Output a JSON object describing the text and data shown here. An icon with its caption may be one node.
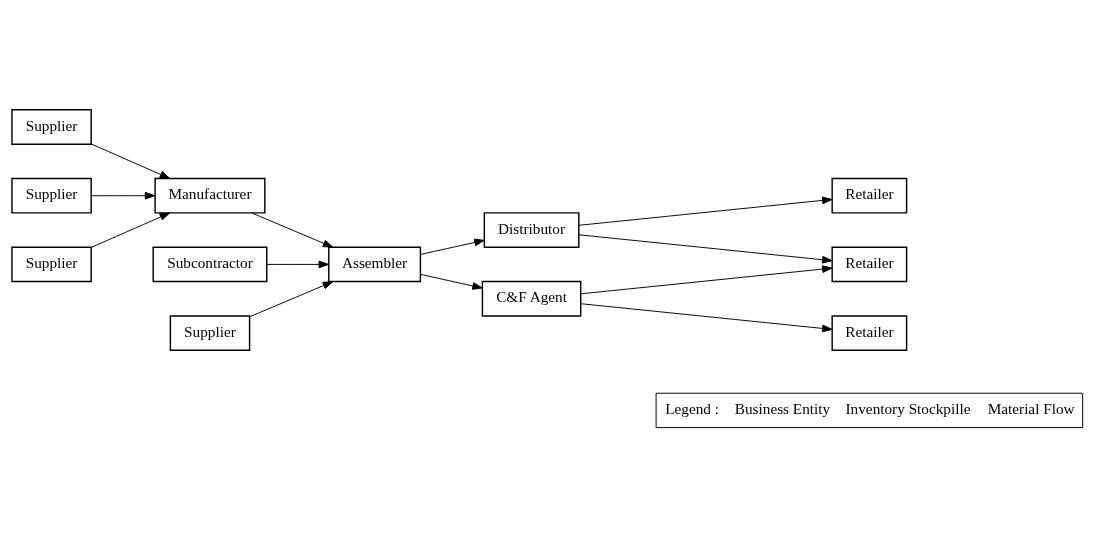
{
  "diagram": {
    "nodes": [
      {
        "text": [
          "Supplier"
        ]
      },
      {
        "text": [
          "Supplier"
        ]
      },
      {
        "text": [
          "Supplier"
        ]
      },
      {
        "text": [
          "Subcontractor"
        ]
      },
      {
        "text": [
          "Manufacturer"
        ]
      },
      {
        "text": [
          "Supplier"
        ]
      },
      {
        "text": [
          "Assembler"
        ]
      },
      {
        "text": [
          "Distributor"
        ]
      },
      {
        "text": [
          "C&F Agent"
        ]
      },
      {
        "text": [
          "Retailer"
        ]
      },
      {
        "text": [
          "Retailer"
        ]
      },
      {
        "text": [
          "Retailer"
        ]
      }
    ],
    "edges": [
      {
        "from": 0,
        "to": 4,
        "arrow": "to"
      },
      {
        "from": 1,
        "to": 4,
        "arrow": "to"
      },
      {
        "from": 2,
        "to": 4,
        "arrow": "to"
      },
      {
        "from": 3,
        "to": 6,
        "arrow": "to"
      },
      {
        "from": 4,
        "to": 6,
        "arrow": "to"
      },
      {
        "from": 5,
        "to": 6,
        "arrow": "to"
      },
      {
        "from": 6,
        "to": 7,
        "arrow": "to"
      },
      {
        "from": 6,
        "to": 8,
        "arrow": "to"
      },
      {
        "from": 7,
        "to": 9,
        "arrow": "to"
      },
      {
        "from": 7,
        "to": 10,
        "arrow": "to"
      },
      {
        "from": 8,
        "to": 10,
        "arrow": "to"
      },
      {
        "from": 8,
        "to": 11,
        "arrow": "to"
      }
    ],
    "labels": [
      "Legend :"
    ],
    "legend": [
      {
        "text": "Business Entity"
      },
      {
        "text": "Inventory Stockpille"
      },
      {
        "text": "Material Flow"
      }
    ]
  }
}
